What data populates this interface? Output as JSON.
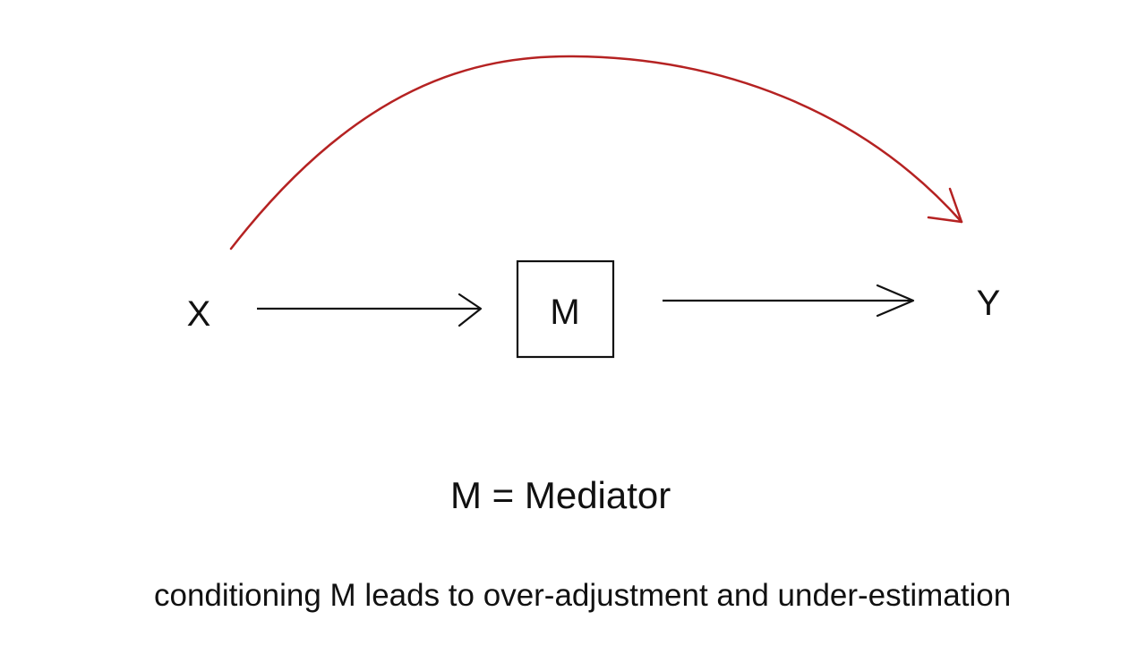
{
  "nodes": {
    "x": "X",
    "m": "M",
    "y": "Y"
  },
  "legend": "M = Mediator",
  "note": "conditioning M leads to over-adjustment and under-estimation",
  "colors": {
    "arrow": "#111111",
    "direct_path": "#b52222",
    "background": "#ffffff"
  }
}
